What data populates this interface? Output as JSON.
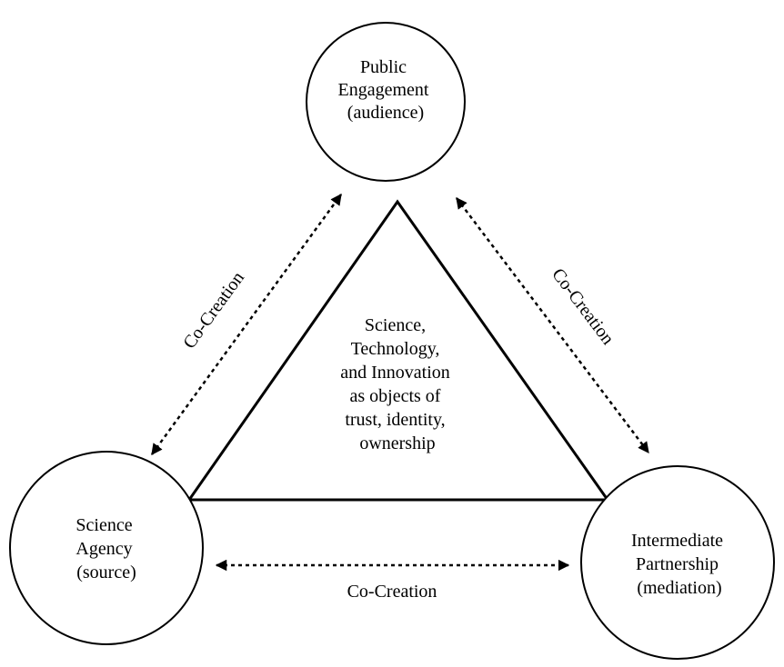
{
  "nodes": {
    "top": {
      "lines": [
        "Public",
        "Engagement",
        "(audience)"
      ]
    },
    "left": {
      "lines": [
        "Science",
        "Agency",
        "(source)"
      ]
    },
    "right": {
      "lines": [
        "Intermediate",
        "Partnership",
        "(mediation)"
      ]
    }
  },
  "center": {
    "lines": [
      "Science,",
      "Technology,",
      "and Innovation",
      "as objects of",
      "trust, identity,",
      "ownership"
    ]
  },
  "links": {
    "left": {
      "label": "Co-Creation"
    },
    "right": {
      "label": "Co-Creation"
    },
    "bottom": {
      "label": "Co-Creation"
    }
  }
}
